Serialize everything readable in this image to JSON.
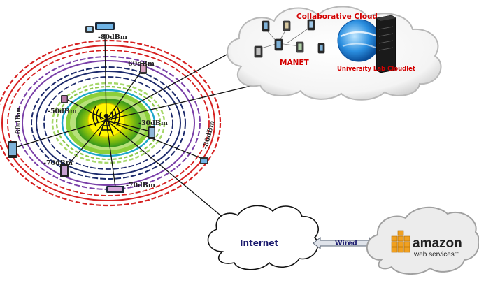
{
  "collaborative_cloud": {
    "title": "Collaborative Cloud",
    "manet_label": "MANET",
    "cloudlet_label": "University Lab Cloudlet"
  },
  "signal_labels": {
    "top": "-80dBm",
    "upper_right": "60dBm",
    "left_inner": "-50dBm",
    "right_inner": "-30dBm",
    "left_outer": "-80dBm",
    "right_outer": "-80dBm",
    "lower_left": "-70dBm",
    "bottom": "-70dBm"
  },
  "internet": {
    "label": "Internet"
  },
  "link": {
    "label": "Wired"
  },
  "aws": {
    "brand": "amazon",
    "sub": "web services",
    "tm": "™"
  },
  "colors": {
    "ring_red": "#d62020",
    "ring_purple": "#7a3fa8",
    "ring_navy": "#1c2a6b",
    "ring_green": "#4caf2a",
    "ring_light_green": "#a6d86a",
    "ring_cyan": "#1fa7c9",
    "tower_yellow": "#ffeb00",
    "cloud_title": "#d40000"
  }
}
